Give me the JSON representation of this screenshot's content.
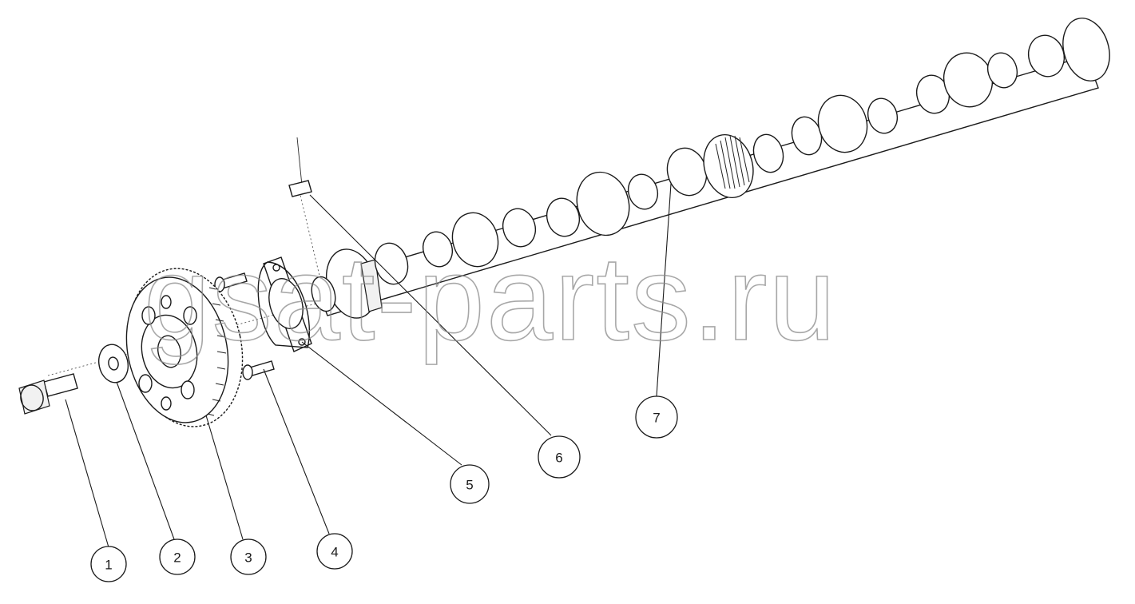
{
  "watermark": "gsat-parts.ru",
  "callouts": [
    {
      "number": "1"
    },
    {
      "number": "2"
    },
    {
      "number": "3"
    },
    {
      "number": "4"
    },
    {
      "number": "5"
    },
    {
      "number": "6"
    },
    {
      "number": "7"
    }
  ],
  "colors": {
    "line": "#1a1a1a",
    "watermark": "#8a8a8a",
    "background": "#ffffff"
  }
}
